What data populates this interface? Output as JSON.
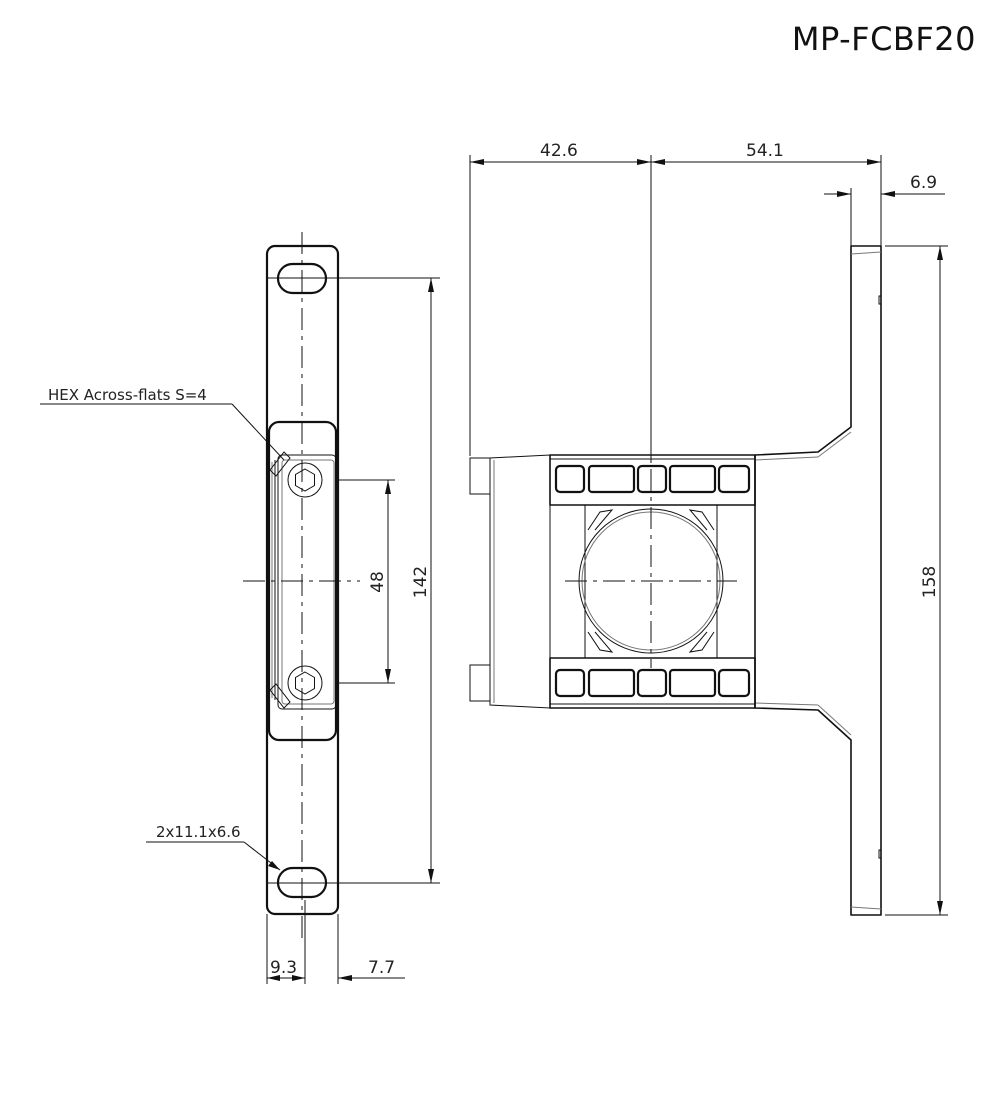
{
  "title": "MP-FCBF20",
  "annotations": {
    "hex_note": "HEX Across-flats S=4",
    "slot_note": "2x11.1x6.6"
  },
  "dimensions": {
    "top_left_width": "42.6",
    "top_right_width": "54.1",
    "flange_thickness": "6.9",
    "overall_height_side": "158",
    "hole_pitch_front": "142",
    "screw_pitch": "48",
    "bottom_left": "9.3",
    "bottom_right": "7.7"
  },
  "colors": {
    "line": "#111111",
    "background": "#ffffff"
  }
}
